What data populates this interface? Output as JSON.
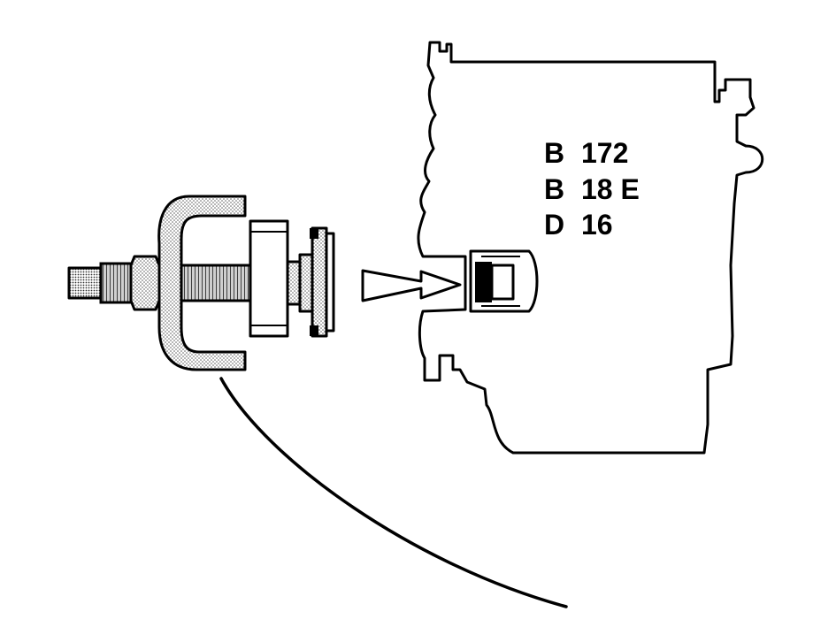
{
  "engine_labels": [
    {
      "model": "B",
      "code": "172"
    },
    {
      "model": "B",
      "code": "18 E"
    },
    {
      "model": "D",
      "code": "16"
    }
  ],
  "colors": {
    "ink": "#000000",
    "paper": "#ffffff",
    "stipple": "#555555"
  },
  "icons": [
    "puller-tool-icon",
    "seal-ring-icon",
    "direction-arrow-icon",
    "engine-block-icon",
    "crankshaft-seal-icon"
  ]
}
